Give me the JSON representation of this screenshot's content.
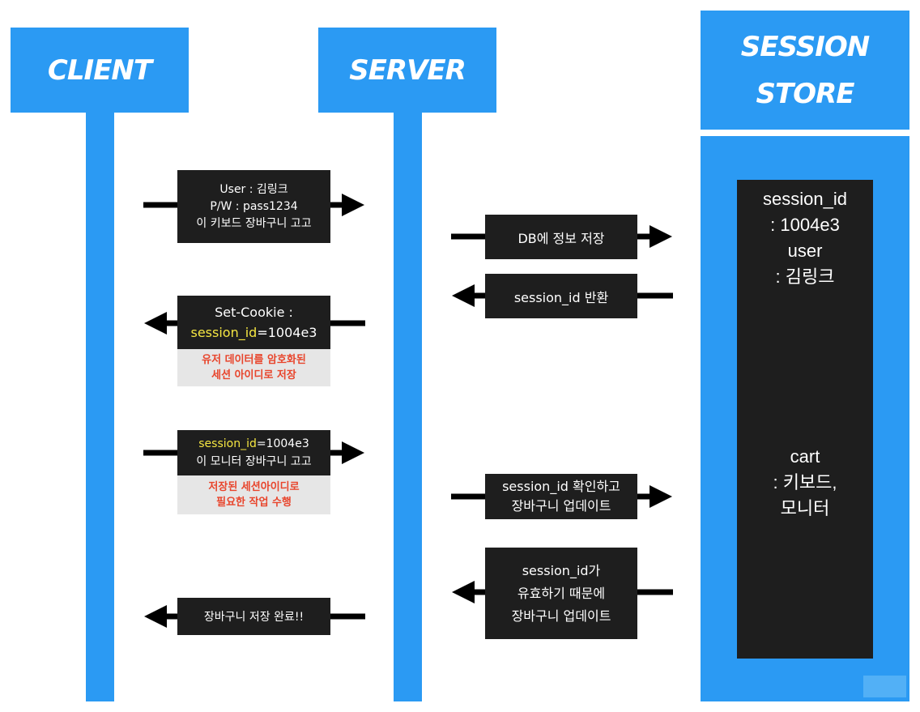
{
  "headers": {
    "client": "CLIENT",
    "server": "SERVER",
    "store_line1": "SESSION",
    "store_line2": "STORE"
  },
  "messages": {
    "login": {
      "line1": "User : 김링크",
      "line2": "P/W : pass1234",
      "line3": "이 키보드 장바구니 고고"
    },
    "db_save": {
      "line1": "DB에 정보 저장"
    },
    "return_id": {
      "line1": "session_id 반환"
    },
    "set_cookie": {
      "line1": "Set-Cookie :",
      "key": "session_id",
      "value": "=1004e3"
    },
    "set_cookie_note": {
      "line1": "유저 데이터를 암호화된",
      "line2": "세션 아이디로 저장"
    },
    "send_cookie": {
      "key": "session_id",
      "value": "=1004e3",
      "line2": "이 모니터 장바구니 고고"
    },
    "send_cookie_note": {
      "line1": "저장된 세션아이디로",
      "line2": "필요한 작업 수행"
    },
    "check_update": {
      "line1": "session_id 확인하고",
      "line2": "장바구니 업데이트"
    },
    "valid_update": {
      "line1": "session_id가",
      "line2": "유효하기 때문에",
      "line3": "장바구니 업데이트"
    },
    "done": {
      "line1": "장바구니 저장 완료!!"
    }
  },
  "session_store": {
    "id_label": "session_id",
    "id_value": ": 1004e3",
    "user_label": "user",
    "user_value": ": 김링크",
    "cart_label": "cart",
    "cart_value": ": 키보드,",
    "cart_value2": "모니터"
  },
  "colors": {
    "accent_blue": "#2b9af3",
    "box_dark": "#1e1e1e",
    "highlight_yellow": "#f5e642",
    "note_red": "#e8452c",
    "note_bg": "#e6e6e6"
  }
}
